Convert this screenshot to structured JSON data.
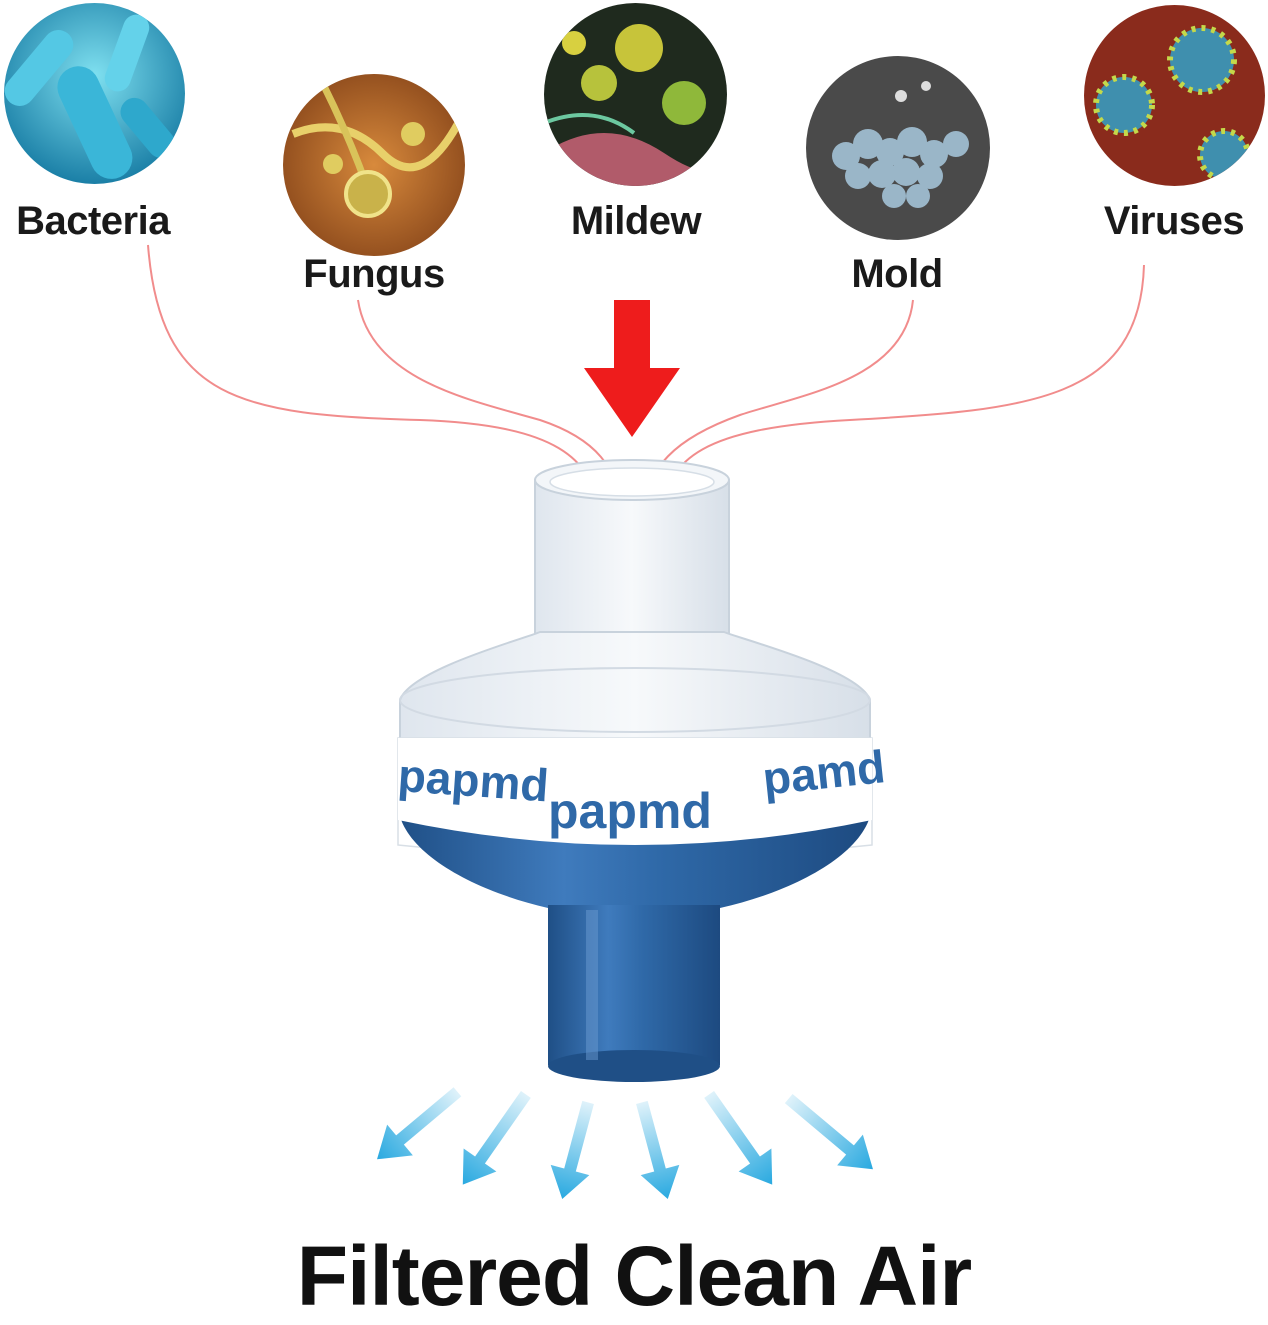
{
  "pathogens": [
    {
      "label": "Bacteria",
      "icon": "bacteria-icon"
    },
    {
      "label": "Fungus",
      "icon": "fungus-icon"
    },
    {
      "label": "Mildew",
      "icon": "mildew-icon"
    },
    {
      "label": "Mold",
      "icon": "mold-icon"
    },
    {
      "label": "Viruses",
      "icon": "virus-icon"
    }
  ],
  "filter": {
    "band_text_1": "papmd",
    "band_text_2": "papmd",
    "band_text_3": "pamd",
    "colors": {
      "blue": "#2f69a8",
      "band_text": "#2f69a8",
      "band": "#ffffff",
      "clear": "#e8edf2"
    }
  },
  "colors": {
    "inflow_arrow": "#ee1c1c",
    "flow_lines": "#f08080",
    "outflow_arrows": "#29a9e0"
  },
  "footer": {
    "title": "Filtered Clean Air"
  }
}
